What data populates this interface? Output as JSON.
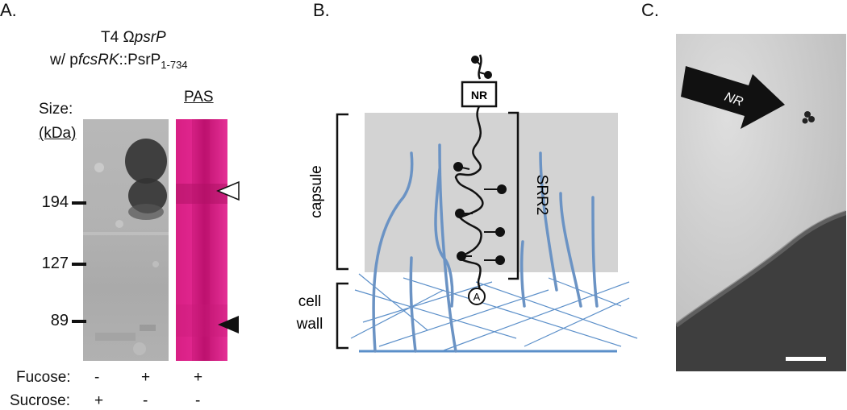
{
  "panelA": {
    "letter": "A.",
    "title_line1_prefix": "T4 Ω",
    "title_line1_italic": "psrP",
    "title_line2_prefix": "w/ p",
    "title_line2_italic": "fcsRK",
    "title_line2_suffix": "::PsrP",
    "title_line2_sub": "1-734",
    "size_label": "Size:",
    "kda_label": "(kDa)",
    "pas_label": "PAS",
    "markers": [
      "194",
      "127",
      "89"
    ],
    "fucose_label": "Fucose:",
    "sucrose_label": "Sucrose:",
    "fucose_values": [
      "-",
      "+",
      "+"
    ],
    "sucrose_values": [
      "+",
      "-",
      "-"
    ]
  },
  "panelB": {
    "letter": "B.",
    "nr_label": "NR",
    "anchor_label": "A",
    "capsule_label": "capsule",
    "cell_label": "cell",
    "wall_label": "wall",
    "srr2_label": "SRR2"
  },
  "panelC": {
    "letter": "C.",
    "arrow_label": "NR"
  },
  "colors": {
    "pas_pink": "#d81f84",
    "blot_gray": "#b3b3b3",
    "capsule_gray": "#d3d3d3",
    "fiber_blue": "#6b93c4",
    "wall_blue": "#5b8fc9"
  }
}
